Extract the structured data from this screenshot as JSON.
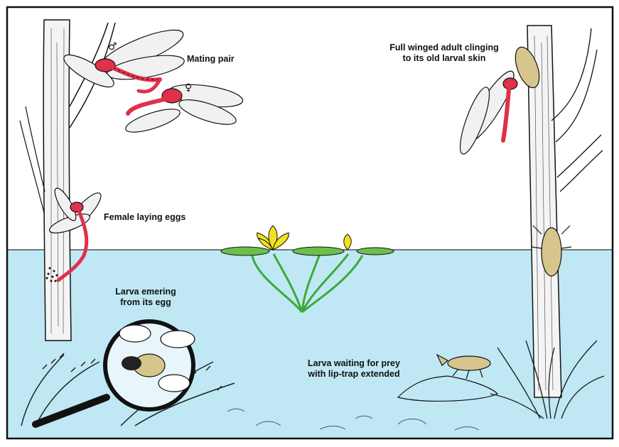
{
  "labels": {
    "mating_pair": "Mating pair",
    "female_laying": "Female laying eggs",
    "adult_line1": "Full winged adult clinging",
    "adult_line2": "to its old larval skin",
    "larva_egg_line1": "Larva emering",
    "larva_egg_line2": "from its egg",
    "larva_prey_line1": "Larva waiting for prey",
    "larva_prey_line2": "with lip-trap extended"
  },
  "symbols": {
    "male": "♂",
    "female": "♀"
  },
  "colors": {
    "water": "#bfe8f4",
    "sky": "#ffffff",
    "dragonfly_body": "#e0304a",
    "lily_flower": "#f2e21c",
    "lily_pad": "#6cc04a",
    "stem": "#3caa3a",
    "larva": "#d7c58e",
    "outline": "#111111"
  },
  "icons": [
    "dragonfly",
    "water-lily",
    "magnifying-glass",
    "larva",
    "tree-trunk",
    "water-weed",
    "grass"
  ]
}
